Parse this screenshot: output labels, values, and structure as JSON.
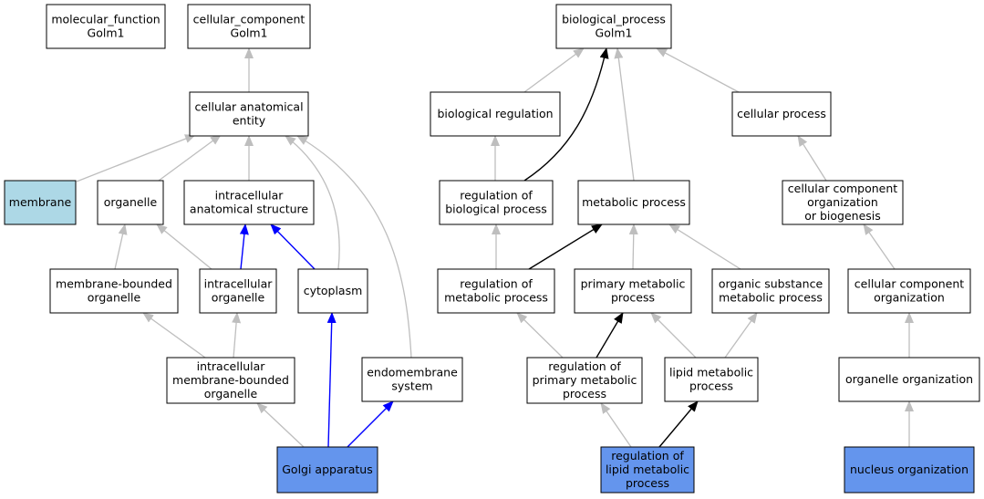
{
  "colors": {
    "highlight_dark": "#6495ED",
    "highlight_light": "#ADD8E6",
    "node_default": "#FFFFFF",
    "edge_gray": "#BEBEBE",
    "edge_blue": "#0000FF",
    "edge_black": "#000000"
  },
  "nodes": {
    "molecular_function": {
      "lines": [
        "molecular_function",
        "Golm1"
      ]
    },
    "cellular_component": {
      "lines": [
        "cellular_component",
        "Golm1"
      ]
    },
    "biological_process": {
      "lines": [
        "biological_process",
        "Golm1"
      ]
    },
    "cellular_anatomical_entity": {
      "lines": [
        "cellular anatomical",
        "entity"
      ]
    },
    "biological_regulation": {
      "lines": [
        "biological regulation"
      ]
    },
    "cellular_process": {
      "lines": [
        "cellular process"
      ]
    },
    "membrane": {
      "lines": [
        "membrane"
      ],
      "highlight": "light"
    },
    "organelle": {
      "lines": [
        "organelle"
      ]
    },
    "intracellular_anatomical_structure": {
      "lines": [
        "intracellular",
        "anatomical structure"
      ]
    },
    "regulation_of_biological_process": {
      "lines": [
        "regulation of",
        "biological process"
      ]
    },
    "metabolic_process": {
      "lines": [
        "metabolic process"
      ]
    },
    "cellular_component_organization_or_biogenesis": {
      "lines": [
        "cellular component",
        "organization",
        "or biogenesis"
      ]
    },
    "membrane_bounded_organelle": {
      "lines": [
        "membrane-bounded",
        "organelle"
      ]
    },
    "intracellular_organelle": {
      "lines": [
        "intracellular",
        "organelle"
      ]
    },
    "cytoplasm": {
      "lines": [
        "cytoplasm"
      ]
    },
    "regulation_of_metabolic_process": {
      "lines": [
        "regulation of",
        "metabolic process"
      ]
    },
    "primary_metabolic_process": {
      "lines": [
        "primary metabolic",
        "process"
      ]
    },
    "organic_substance_metabolic_process": {
      "lines": [
        "organic substance",
        "metabolic process"
      ]
    },
    "cellular_component_organization": {
      "lines": [
        "cellular component",
        "organization"
      ]
    },
    "intracellular_membrane_bounded_organelle": {
      "lines": [
        "intracellular",
        "membrane-bounded",
        "organelle"
      ]
    },
    "endomembrane_system": {
      "lines": [
        "endomembrane",
        "system"
      ]
    },
    "regulation_of_primary_metabolic_process": {
      "lines": [
        "regulation of",
        "primary metabolic",
        "process"
      ]
    },
    "lipid_metabolic_process": {
      "lines": [
        "lipid metabolic",
        "process"
      ]
    },
    "organelle_organization": {
      "lines": [
        "organelle organization"
      ]
    },
    "golgi_apparatus": {
      "lines": [
        "Golgi apparatus"
      ],
      "highlight": "dark"
    },
    "regulation_of_lipid_metabolic_process": {
      "lines": [
        "regulation of",
        "lipid metabolic",
        "process"
      ],
      "highlight": "dark"
    },
    "nucleus_organization": {
      "lines": [
        "nucleus organization"
      ],
      "highlight": "dark"
    }
  },
  "edges": [
    {
      "from": "cellular_anatomical_entity",
      "to": "cellular_component",
      "color": "gray"
    },
    {
      "from": "membrane",
      "to": "cellular_anatomical_entity",
      "color": "gray"
    },
    {
      "from": "organelle",
      "to": "cellular_anatomical_entity",
      "color": "gray"
    },
    {
      "from": "intracellular_anatomical_structure",
      "to": "cellular_anatomical_entity",
      "color": "gray"
    },
    {
      "from": "cytoplasm",
      "to": "cellular_anatomical_entity",
      "color": "gray"
    },
    {
      "from": "endomembrane_system",
      "to": "cellular_anatomical_entity",
      "color": "gray"
    },
    {
      "from": "membrane_bounded_organelle",
      "to": "organelle",
      "color": "gray"
    },
    {
      "from": "intracellular_organelle",
      "to": "organelle",
      "color": "gray"
    },
    {
      "from": "intracellular_organelle",
      "to": "intracellular_anatomical_structure",
      "color": "blue"
    },
    {
      "from": "cytoplasm",
      "to": "intracellular_anatomical_structure",
      "color": "blue"
    },
    {
      "from": "intracellular_membrane_bounded_organelle",
      "to": "membrane_bounded_organelle",
      "color": "gray"
    },
    {
      "from": "intracellular_membrane_bounded_organelle",
      "to": "intracellular_organelle",
      "color": "gray"
    },
    {
      "from": "golgi_apparatus",
      "to": "intracellular_membrane_bounded_organelle",
      "color": "gray"
    },
    {
      "from": "golgi_apparatus",
      "to": "cytoplasm",
      "color": "blue"
    },
    {
      "from": "golgi_apparatus",
      "to": "endomembrane_system",
      "color": "blue"
    },
    {
      "from": "biological_regulation",
      "to": "biological_process",
      "color": "gray"
    },
    {
      "from": "regulation_of_biological_process",
      "to": "biological_process",
      "color": "black"
    },
    {
      "from": "metabolic_process",
      "to": "biological_process",
      "color": "gray"
    },
    {
      "from": "cellular_process",
      "to": "biological_process",
      "color": "gray"
    },
    {
      "from": "regulation_of_biological_process",
      "to": "biological_regulation",
      "color": "gray"
    },
    {
      "from": "cellular_component_organization_or_biogenesis",
      "to": "cellular_process",
      "color": "gray"
    },
    {
      "from": "regulation_of_metabolic_process",
      "to": "regulation_of_biological_process",
      "color": "gray"
    },
    {
      "from": "regulation_of_metabolic_process",
      "to": "metabolic_process",
      "color": "black"
    },
    {
      "from": "primary_metabolic_process",
      "to": "metabolic_process",
      "color": "gray"
    },
    {
      "from": "organic_substance_metabolic_process",
      "to": "metabolic_process",
      "color": "gray"
    },
    {
      "from": "cellular_component_organization",
      "to": "cellular_component_organization_or_biogenesis",
      "color": "gray"
    },
    {
      "from": "regulation_of_primary_metabolic_process",
      "to": "regulation_of_metabolic_process",
      "color": "gray"
    },
    {
      "from": "regulation_of_primary_metabolic_process",
      "to": "primary_metabolic_process",
      "color": "black"
    },
    {
      "from": "lipid_metabolic_process",
      "to": "primary_metabolic_process",
      "color": "gray"
    },
    {
      "from": "lipid_metabolic_process",
      "to": "organic_substance_metabolic_process",
      "color": "gray"
    },
    {
      "from": "organelle_organization",
      "to": "cellular_component_organization",
      "color": "gray"
    },
    {
      "from": "regulation_of_lipid_metabolic_process",
      "to": "regulation_of_primary_metabolic_process",
      "color": "gray"
    },
    {
      "from": "regulation_of_lipid_metabolic_process",
      "to": "lipid_metabolic_process",
      "color": "black"
    },
    {
      "from": "nucleus_organization",
      "to": "organelle_organization",
      "color": "gray"
    }
  ]
}
